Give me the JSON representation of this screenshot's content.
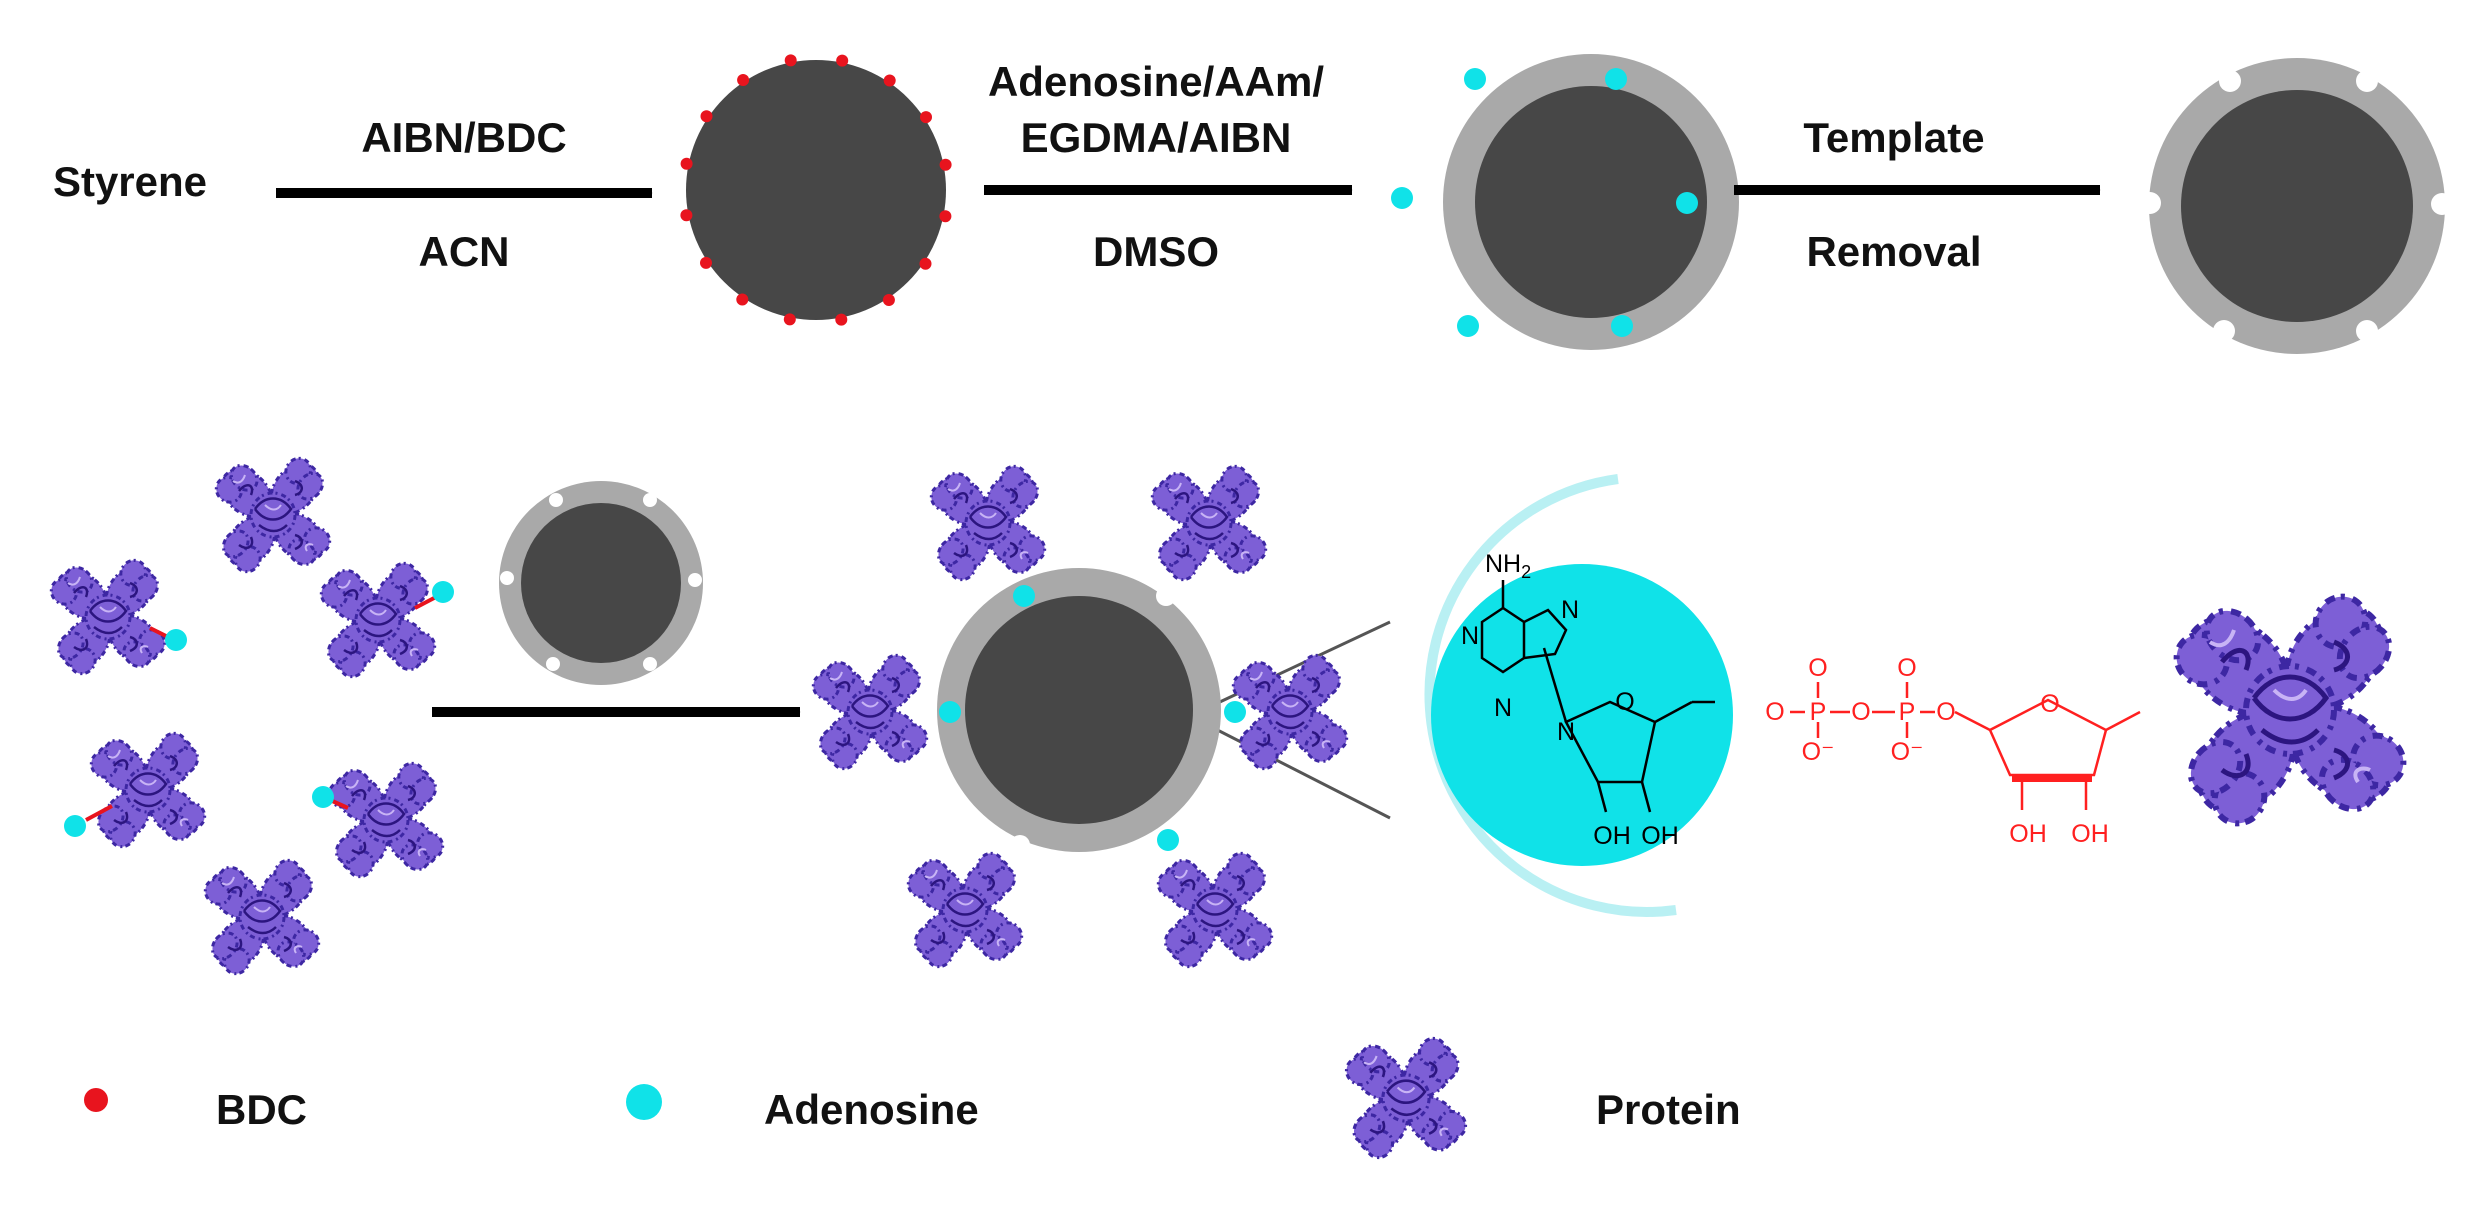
{
  "steps": {
    "start": "Styrene",
    "step1": {
      "top": "AIBN/BDC",
      "bottom": "ACN"
    },
    "step2": {
      "top1": "Adenosine/AAm/",
      "top2": "EGDMA/AIBN",
      "bottom": "DMSO"
    },
    "step3": {
      "top": "Template",
      "bottom": "Removal"
    }
  },
  "legend": {
    "bdc": "BDC",
    "adenosine": "Adenosine",
    "protein": "Protein"
  },
  "chemistry": {
    "nh2": "NH",
    "nh2_sub": "2",
    "n_atom": "N",
    "o_atom": "O",
    "p_atom": "P",
    "o_minus": "O⁻",
    "oh": "OH"
  },
  "colors": {
    "core": "#474747",
    "shell": "#a9a9a9",
    "bdc": "#e8141e",
    "adenosine": "#10e2e8",
    "protein": "#6a4ac6",
    "protein_dark": "#2e1b82",
    "phosphate": "#ff2020"
  },
  "icons": [
    "right-arrow-icon",
    "protein-icon"
  ]
}
